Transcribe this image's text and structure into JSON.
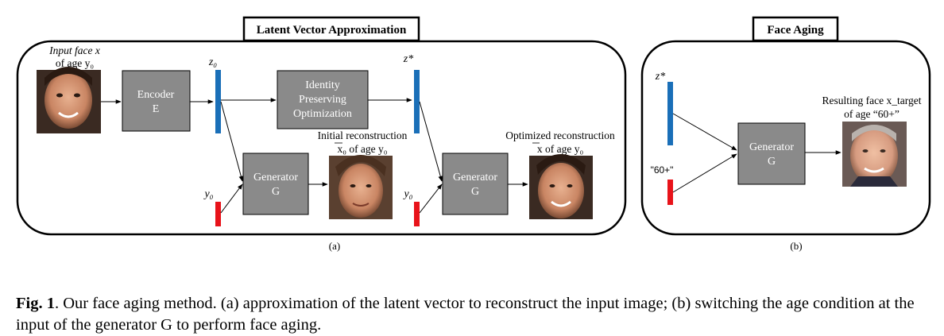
{
  "panel_a": {
    "title": "Latent Vector Approximation",
    "input_face_line1": "Input face x",
    "input_face_line2": "of age y₀",
    "encoder": {
      "line1": "Encoder",
      "line2": "E"
    },
    "z0_label": "z₀",
    "identity_box": {
      "line1": "Identity",
      "line2": "Preserving",
      "line3": "Optimization"
    },
    "zstar_label": "z*",
    "generator1": {
      "line1": "Generator",
      "line2": "G"
    },
    "y0_label_1": "y₀",
    "initial_recon_line1": "Initial reconstruction",
    "initial_recon_line2": "x₀ of age y₀",
    "generator2": {
      "line1": "Generator",
      "line2": "G"
    },
    "y0_label_2": "y₀",
    "optimized_recon_line1": "Optimized reconstruction",
    "optimized_recon_line2": "x of age y₀",
    "sublabel": "(a)"
  },
  "panel_b": {
    "title": "Face Aging",
    "zstar_label": "z*",
    "age_label": "\"60+\"",
    "generator": {
      "line1": "Generator",
      "line2": "G"
    },
    "result_line1": "Resulting face x_target",
    "result_line2": "of age “60+”",
    "sublabel": "(b)"
  },
  "caption": {
    "figure_label": "Fig. 1",
    "text": ". Our face aging method. (a) approximation of the latent vector to reconstruct the input image; (b) switching the age condition at the input of the generator G to perform face aging."
  },
  "colors": {
    "latent_bar": "#1a6fb8",
    "condition_bar": "#e8131a",
    "box_fill": "#8a8a8a",
    "box_text": "#ffffff"
  }
}
